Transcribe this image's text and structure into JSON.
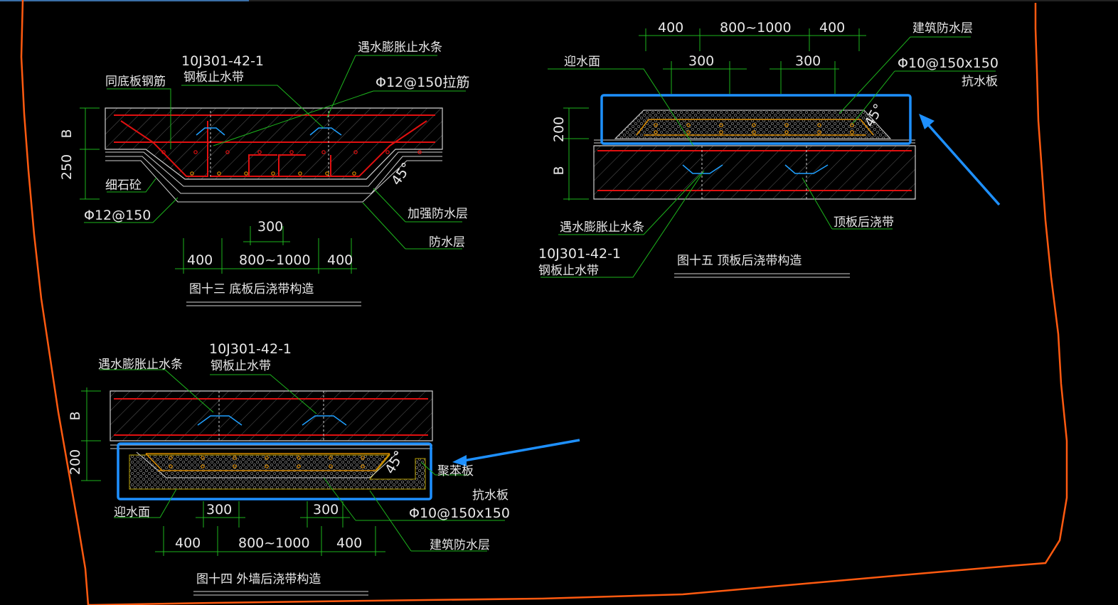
{
  "colors": {
    "background": "#000000",
    "boundary": "#ff5a10",
    "leader": "#1db51d",
    "rebar_red": "#e01010",
    "rebar_orange": "#d88a00",
    "highlight_blue": "#1e90ff",
    "waterstop_blue": "#1fa0ff",
    "text": "#e8e8e8",
    "concrete_hatch": "#5a5a5a"
  },
  "fig13": {
    "code_ref": "10J301-42-1",
    "steel_stop": "钢板止水带",
    "label_same_rebar": "同底板钢筋",
    "label_swell_stop": "遇水膨胀止水条",
    "label_tie_bar": "Φ12@150拉筋",
    "label_fine_aggregate": "细石砼",
    "label_phi12": "Φ12@150",
    "label_reinforced_wp": "加强防水层",
    "label_wp_layer": "防水层",
    "dim_b": "B",
    "dim_250": "250",
    "angle": "45°",
    "dim_300": "300",
    "dim_400a": "400",
    "dim_mid": "800~1000",
    "dim_400b": "400",
    "title": "图十三  底板后浇带构造"
  },
  "fig15": {
    "dim_400a": "400",
    "dim_mid": "800~1000",
    "dim_400b": "400",
    "label_arch_wp": "建筑防水层",
    "label_water_face": "迎水面",
    "dim_300a": "300",
    "dim_300b": "300",
    "label_phi10": "Φ10@150x150",
    "label_anti_water_plate": "抗水板",
    "angle": "45°",
    "dim_200": "200",
    "dim_b": "B",
    "label_swell_stop": "遇水膨胀止水条",
    "label_roof_band": "顶板后浇带",
    "code_ref": "10J301-42-1",
    "steel_stop": "钢板止水带",
    "title": "图十五  顶板后浇带构造"
  },
  "fig14": {
    "label_swell_stop": "遇水膨胀止水条",
    "code_ref": "10J301-42-1",
    "steel_stop": "钢板止水带",
    "dim_b": "B",
    "dim_200": "200",
    "angle": "45°",
    "label_polystyrene": "聚苯板",
    "label_anti_water_plate": "抗水板",
    "label_water_face": "迎水面",
    "dim_300a": "300",
    "dim_300b": "300",
    "label_phi10": "Φ10@150x150",
    "dim_400a": "400",
    "dim_mid": "800~1000",
    "dim_400b": "400",
    "label_arch_wp": "建筑防水层",
    "title": "图十四  外墙后浇带构造"
  }
}
